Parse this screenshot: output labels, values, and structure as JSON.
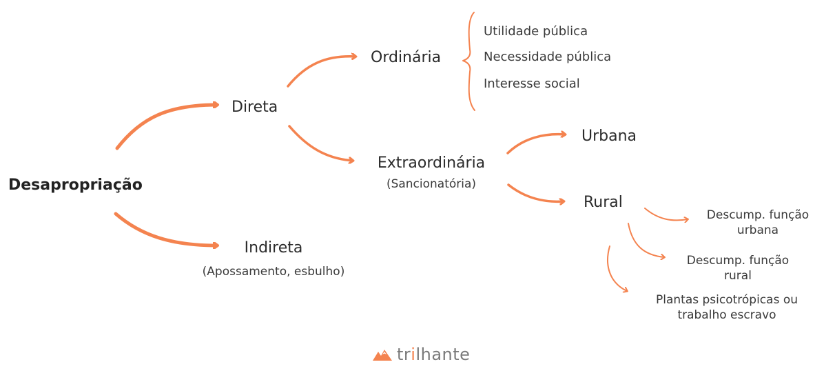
{
  "root": "Desapropriação",
  "direta": "Direta",
  "indireta": {
    "label": "Indireta",
    "note": "(Apossamento, esbulho)"
  },
  "ordinaria": {
    "label": "Ordinária",
    "items": [
      "Utilidade pública",
      "Necessidade pública",
      "Interesse social"
    ]
  },
  "extraordinaria": {
    "label": "Extraordinária",
    "note": "(Sancionatória)"
  },
  "urbana": "Urbana",
  "rural": "Rural",
  "rural_branches": [
    {
      "line1": "Descump. função",
      "line2": "urbana"
    },
    {
      "line1": "Descump. função",
      "line2": "rural"
    },
    {
      "line1": "Plantas psicotrópicas ou",
      "line2": "trabalho escravo"
    }
  ],
  "logo": {
    "pre": "tr",
    "accent": "i",
    "post": "lhante"
  },
  "colors": {
    "arrow": "#f4834f",
    "text": "#2b2b2b"
  }
}
